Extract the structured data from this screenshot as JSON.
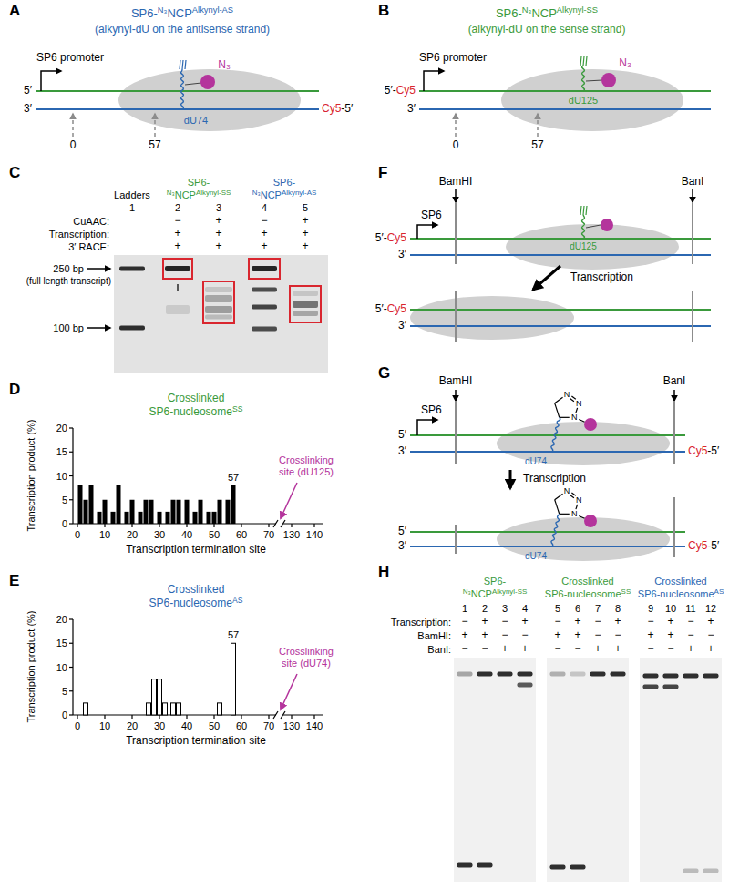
{
  "diagram": {
    "nodes": [
      {
        "text": [
          "SP6",
          "5′-",
          "Cy5",
          "3′",
          "dU125"
        ]
      },
      {
        "text": [
          "5′-",
          "Cy5",
          "3′"
        ]
      },
      {
        "text": [
          "SP6",
          "5′",
          "3′",
          "N",
          "N",
          "N",
          "dU74",
          "Cy5",
          "-5′"
        ]
      },
      {
        "text": [
          "5′",
          "3′",
          "N",
          "N",
          "N",
          "dU74",
          "Cy5",
          "-5′"
        ]
      }
    ],
    "edges": [
      {
        "from": 0,
        "to": 1,
        "arrow": "to",
        "label": "Transcription"
      },
      {
        "from": 2,
        "to": 3,
        "arrow": "to",
        "label": "Transcription"
      }
    ],
    "labels": [
      "A",
      "SP6-",
      "N₃",
      "NCP",
      "Alkynyl-AS",
      "(alkynyl-dU on the antisense strand)",
      "SP6 promoter",
      "5′",
      "3′",
      "dU74",
      "N₃",
      "Cy5",
      "-5′",
      "0",
      "57",
      "B",
      "SP6-",
      "N₃",
      "NCP",
      "Alkynyl-SS",
      "(alkynyl-dU on the sense strand)",
      "SP6 promoter",
      "5′-",
      "Cy5",
      "3′",
      "dU125",
      "N₃",
      "0",
      "57",
      "C",
      "Ladders",
      "SP6-",
      "N₃",
      "NCP",
      "Alkynyl-SS",
      "SP6-",
      "N₃",
      "NCP",
      "Alkynyl-AS",
      "1",
      "2",
      "3",
      "4",
      "5",
      "CuAAC:",
      "−",
      "+",
      "−",
      "+",
      "Transcription:",
      "+",
      "+",
      "+",
      "+",
      "3′ RACE:",
      "+",
      "+",
      "+",
      "+",
      "250 bp",
      "(full length transcript)",
      "100 bp",
      "D",
      "Crosslinked",
      "SP6-nucleosome",
      "SS",
      "0",
      "5",
      "10",
      "15",
      "20",
      "Transcription product (%)",
      "0",
      "10",
      "20",
      "30",
      "40",
      "50",
      "60",
      "70",
      "130",
      "140",
      "57",
      "Crosslinking site (dU125)",
      "Transcription termination site",
      "E",
      "Crosslinked",
      "SP6-nucleosome",
      "AS",
      "0",
      "5",
      "10",
      "15",
      "20",
      "Transcription product (%)",
      "0",
      "10",
      "20",
      "30",
      "40",
      "50",
      "60",
      "70",
      "130",
      "140",
      "57",
      "Crosslinking site (dU74)",
      "Transcription termination site",
      "F",
      "BamHI",
      "BanI",
      "G",
      "BamHI",
      "BanI",
      "H",
      "SP6-",
      "N₃",
      "NCP",
      "Alkynyl-SS",
      "Crosslinked",
      "SP6-nucleosome",
      "SS",
      "Crosslinked",
      "SP6-nucleosome",
      "AS",
      "1",
      "2",
      "3",
      "4",
      "5",
      "6",
      "7",
      "8",
      "9",
      "10",
      "11",
      "12",
      "Transcription:",
      "−",
      "+",
      "−",
      "+",
      "−",
      "+",
      "−",
      "+",
      "−",
      "+",
      "−",
      "+",
      "BamHI:",
      "+",
      "+",
      "−",
      "−",
      "+",
      "+",
      "−",
      "−",
      "+",
      "+",
      "−",
      "−",
      "BanI:",
      "−",
      "−",
      "+",
      "+",
      "−",
      "−",
      "+",
      "+",
      "−",
      "−",
      "+",
      "+"
    ]
  }
}
